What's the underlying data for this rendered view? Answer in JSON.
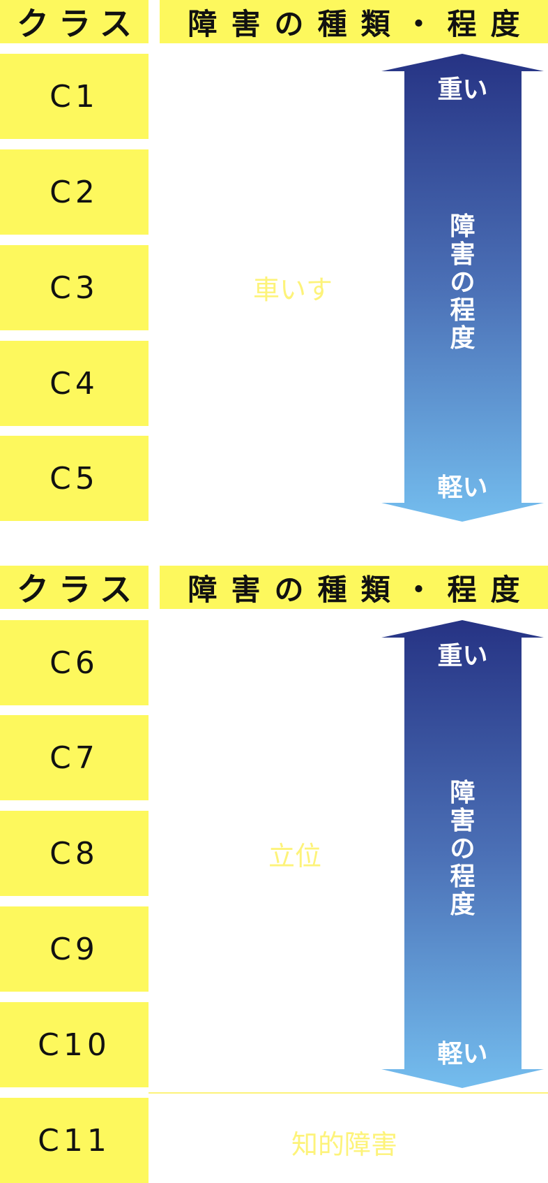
{
  "sections": [
    {
      "header": {
        "class_label": "クラス",
        "type_label": "障害の種類・程度"
      },
      "classes": [
        "C1",
        "C2",
        "C3",
        "C4",
        "C5"
      ],
      "type": "車いす",
      "arrow": {
        "top": "重い",
        "middle": "障\n害\nの\n程\n度",
        "bottom": "軽い"
      }
    },
    {
      "header": {
        "class_label": "クラス",
        "type_label": "障害の種類・程度"
      },
      "classes": [
        "C6",
        "C7",
        "C8",
        "C9",
        "C10"
      ],
      "type": "立位",
      "arrow": {
        "top": "重い",
        "middle": "障\n害\nの\n程\n度",
        "bottom": "軽い"
      }
    }
  ],
  "extra_row": {
    "class": "C11",
    "type": "知的障害"
  },
  "colors": {
    "yellow": "#fdf85d",
    "arrow_dark": "#263384",
    "arrow_light": "#74bdee"
  }
}
